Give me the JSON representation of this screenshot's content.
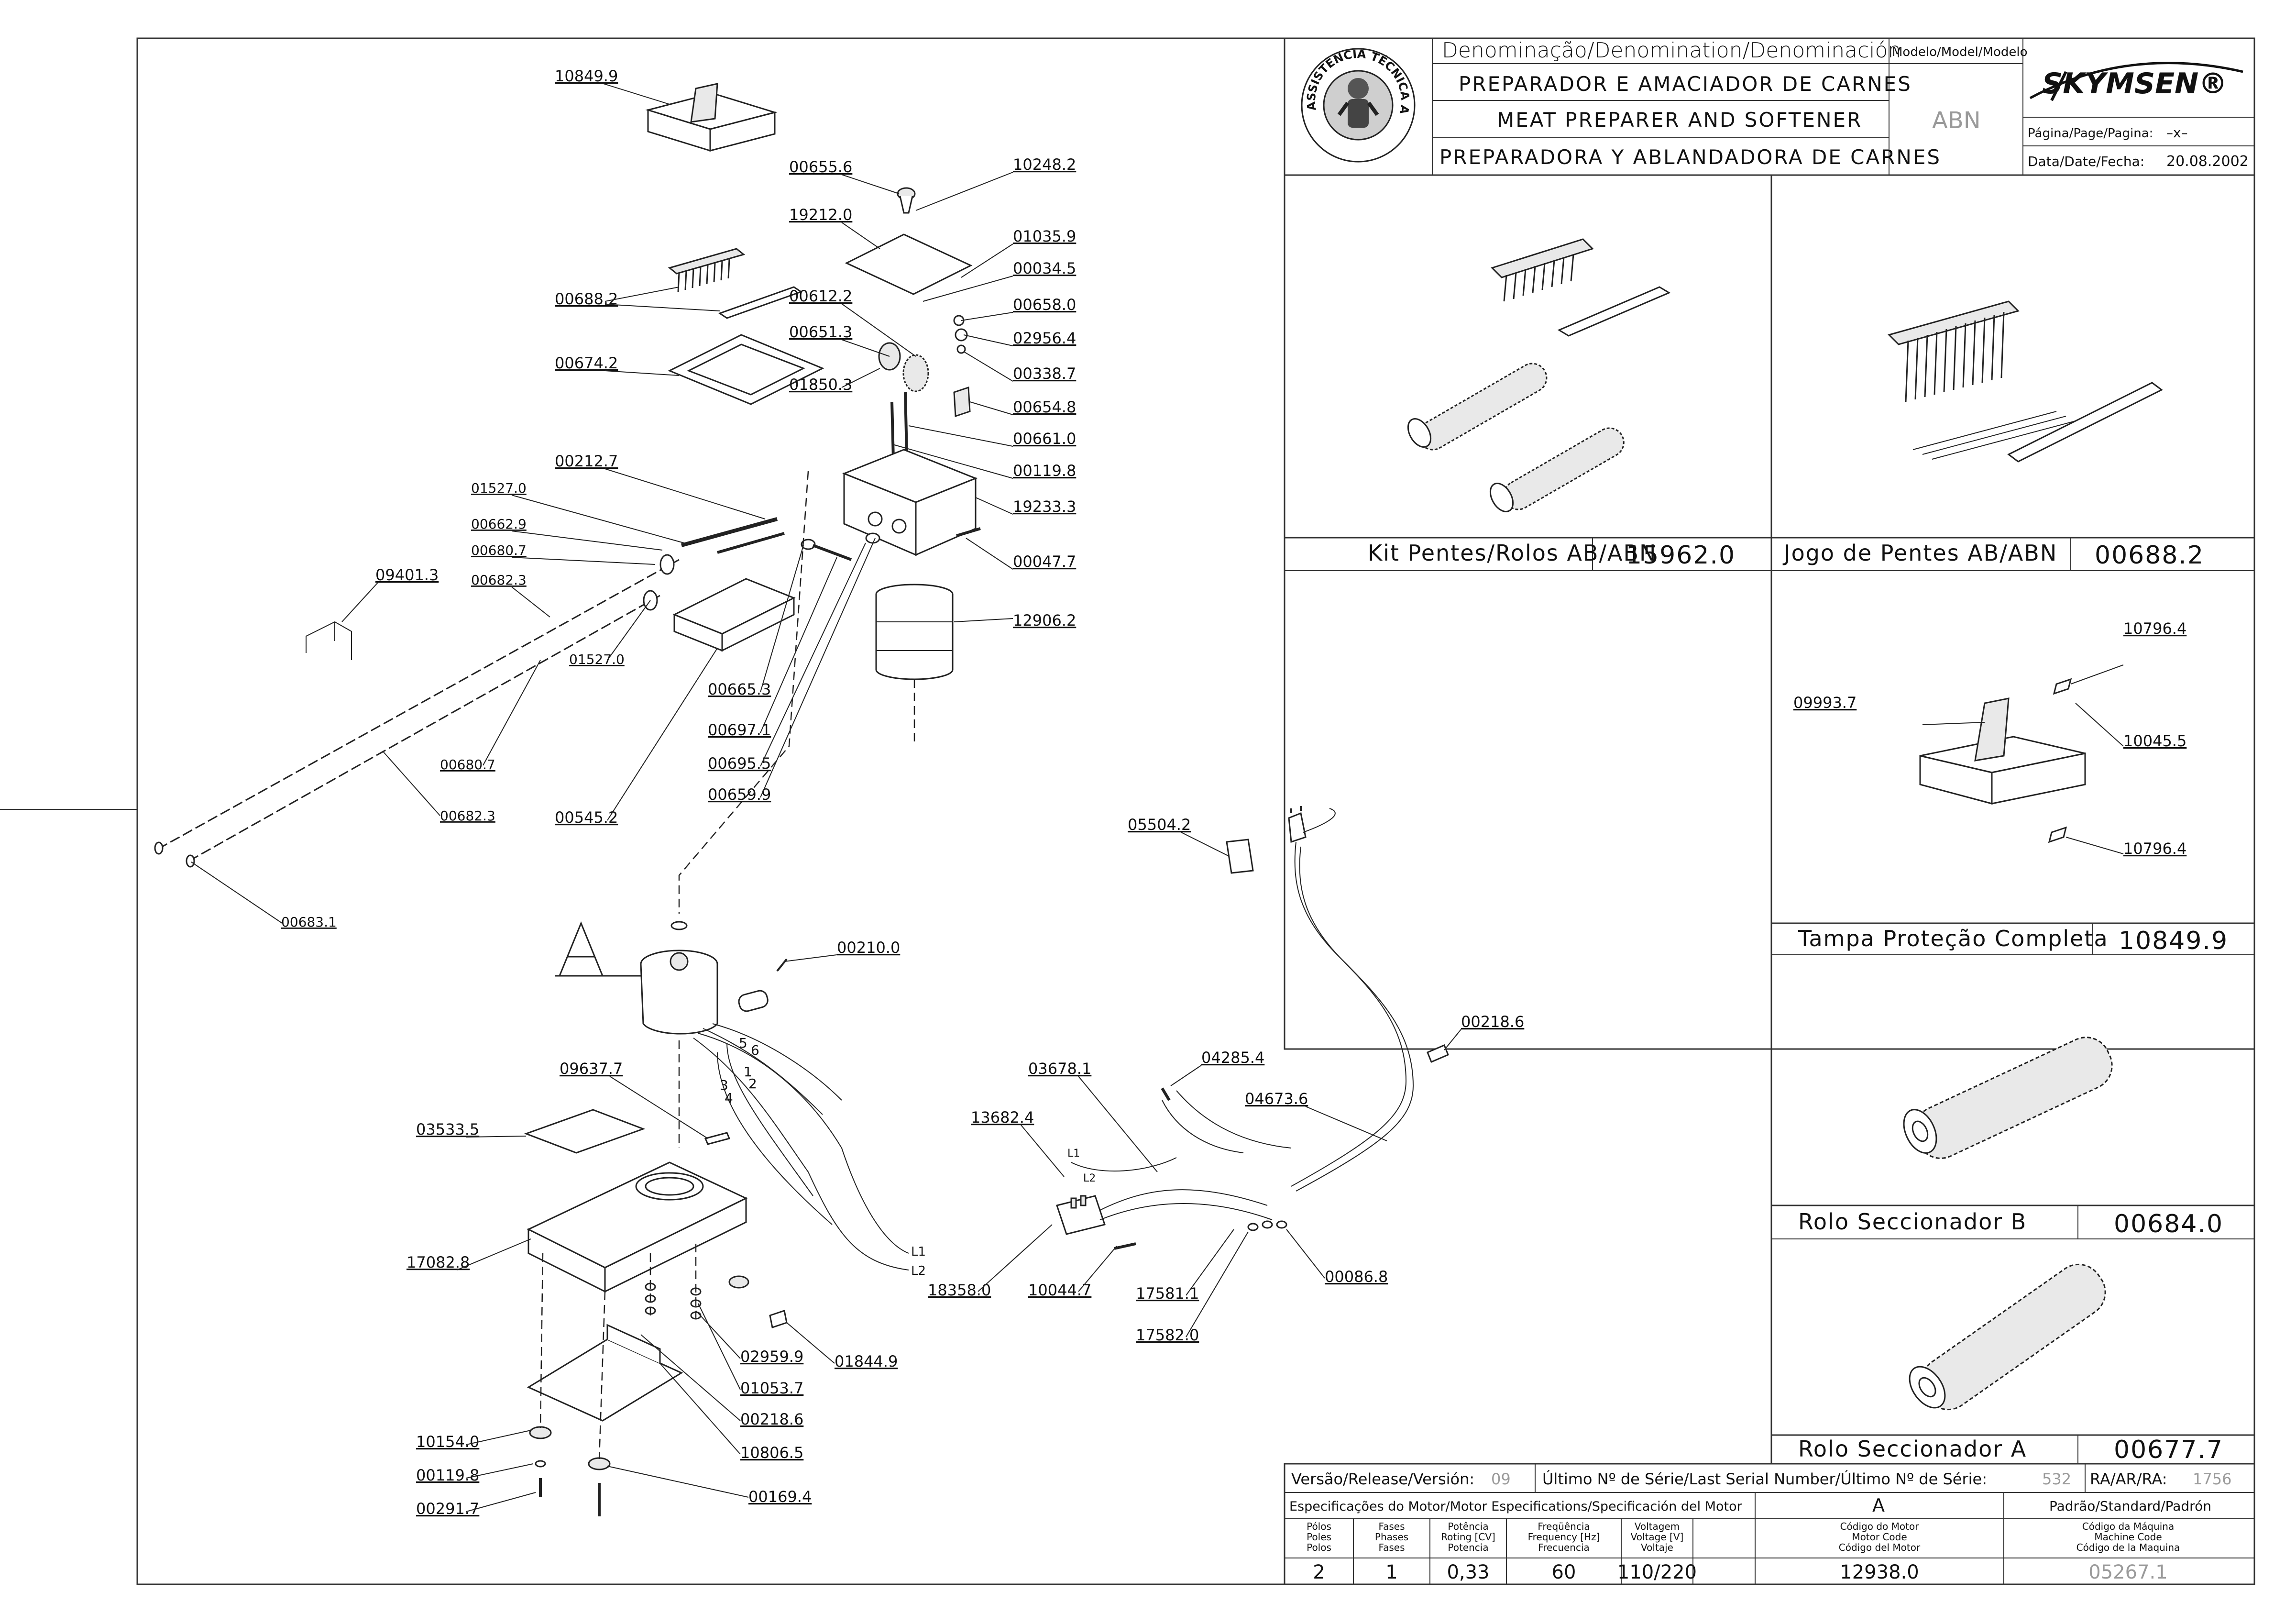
{
  "header": {
    "denomination_title": "Denominação/Denomination/Denominación",
    "name_pt": "PREPARADOR E AMACIADOR DE CARNES",
    "name_en": "MEAT PREPARER AND SOFTENER",
    "name_es": "PREPARADORA Y ABLANDADORA DE CARNES",
    "model_label": "Modelo/Model/Modelo",
    "model_value": "ABN",
    "brand": "SKYMSEN®",
    "page_label": "Página/Page/Pagina:",
    "page_value": "–x–",
    "date_label": "Data/Date/Fecha:",
    "date_value": "20.08.2002",
    "seal_text": "ASSISTÊNCIA TÉCNICA AUTORIZADA"
  },
  "panels": [
    {
      "caption": "Kit Pentes/Rolos AB/ABN",
      "code": "15962.0"
    },
    {
      "caption": "Jogo de Pentes AB/ABN",
      "code": "00688.2"
    },
    {
      "caption": "Tampa   Proteção Completa",
      "code": "10849.9"
    },
    {
      "caption": "Rolo Seccionador B",
      "code": "00684.0"
    },
    {
      "caption": "Rolo Seccionador A",
      "code": "00677.7"
    }
  ],
  "tampa_parts": [
    "10796.4",
    "09993.7",
    "10045.5",
    "10796.4"
  ],
  "exploded_parts": [
    "10849.9",
    "00655.6",
    "10248.2",
    "19212.0",
    "01035.9",
    "00034.5",
    "00688.2",
    "00612.2",
    "00658.0",
    "00651.3",
    "02956.4",
    "00674.2",
    "01850.3",
    "00338.7",
    "00654.8",
    "00661.0",
    "00212.7",
    "00119.8",
    "01527.0",
    "19233.3",
    "00662.9",
    "00680.7",
    "00047.7",
    "09401.3",
    "00682.3",
    "12906.2",
    "01527.0",
    "00665.3",
    "00697.1",
    "00680.7",
    "00695.5",
    "00659.9",
    "00682.3",
    "00545.2",
    "00683.1"
  ],
  "motor_marker": "A",
  "motor_parts": [
    "00210.0",
    "09637.7",
    "03533.5",
    "17082.8",
    "02959.9",
    "01844.9",
    "01053.7",
    "00218.6",
    "10154.0",
    "10806.5",
    "00119.8",
    "00291.7",
    "00169.4"
  ],
  "wire_numbers": [
    "5",
    "6",
    "1",
    "2",
    "3",
    "4"
  ],
  "wire_ends": [
    "L1",
    "L2"
  ],
  "electrical_parts": [
    "05504.2",
    "00218.6",
    "04285.4",
    "03678.1",
    "04673.6",
    "13682.4",
    "18358.0",
    "10044.7",
    "17581.1",
    "17582.0",
    "00086.8"
  ],
  "switch_terminals": [
    "L1",
    "L2"
  ],
  "footer": {
    "release_label": "Versão/Release/Versión:",
    "release_value": "09",
    "serial_label": "Último Nº de Série/Last Serial Number/Último Nº de Série:",
    "serial_value": "532",
    "ra_label": "RA/AR/RA:",
    "ra_value": "1756",
    "motor_spec_label": "Especificações do Motor/Motor Especifications/Specificación del Motor",
    "motor_letter": "A",
    "standard_label": "Padrão/Standard/Padrón",
    "columns": [
      {
        "head": [
          "Pólos",
          "Poles",
          "Polos"
        ],
        "value": "2"
      },
      {
        "head": [
          "Fases",
          "Phases",
          "Fases"
        ],
        "value": "1"
      },
      {
        "head": [
          "Potência",
          "Roting [CV]",
          "Potencia"
        ],
        "value": "0,33"
      },
      {
        "head": [
          "Freqüência",
          "Frequency [Hz]",
          "Frecuencia"
        ],
        "value": "60"
      },
      {
        "head": [
          "Voltagem",
          "Voltage [V]",
          "Voltaje"
        ],
        "value": "110/220"
      },
      {
        "head": [
          "Código do Motor",
          "Motor Code",
          "Código del Motor"
        ],
        "value": "12938.0"
      },
      {
        "head": [
          "Código da Máquina",
          "Machine Code",
          "Código de la Maquina"
        ],
        "value": "05267.1"
      }
    ]
  }
}
